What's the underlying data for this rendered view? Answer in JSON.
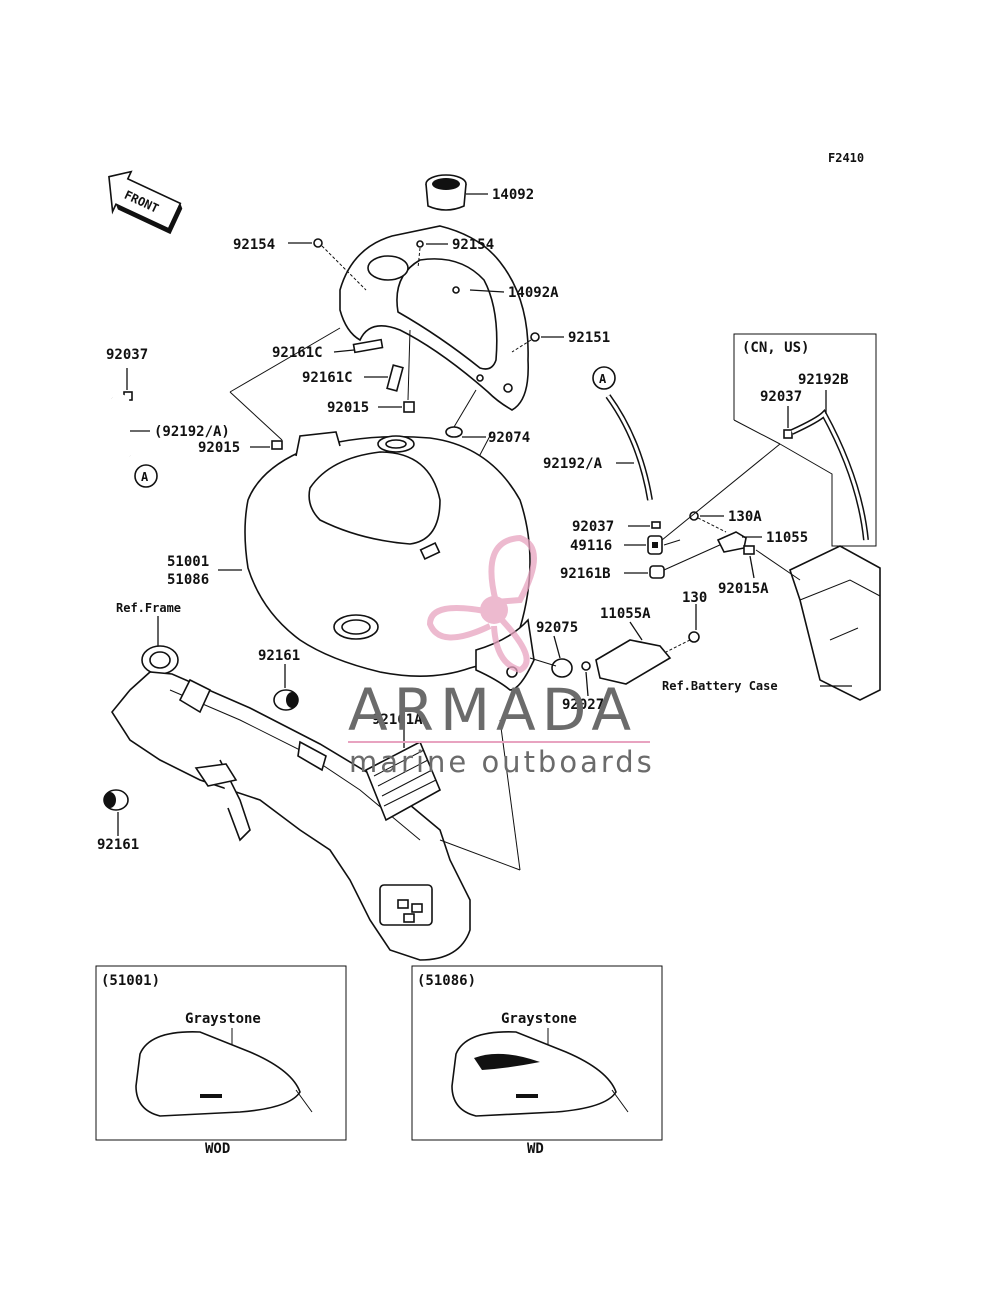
{
  "figure_code": "F2410",
  "front_arrow": "FRONT",
  "labels": {
    "p14092": "14092",
    "p14092a": "14092A",
    "p92154_left": "92154",
    "p92154_right": "92154",
    "p92151": "92151",
    "p92037_left": "92037",
    "p92192a_paren": "(92192/A)",
    "p92161c_1": "92161C",
    "p92161c_2": "92161C",
    "p92015_upper": "92015",
    "p92015_left": "92015",
    "p92074": "92074",
    "p51001": "51001",
    "p51086": "51086",
    "ref_frame": "Ref.Frame",
    "p92161_upper": "92161",
    "p92161_lower": "92161",
    "p92161a": "92161A",
    "p92075": "92075",
    "p92027": "92027",
    "p11055a": "11055A",
    "p130": "130",
    "ref_battery": "Ref.Battery Case",
    "p92192_a": "92192/A",
    "p92037_mid": "92037",
    "p49116": "49116",
    "p92161b": "92161B",
    "p130a": "130A",
    "p11055": "11055",
    "p92015a": "92015A",
    "cn_us": "(CN, US)",
    "p92192b": "92192B",
    "p92037_right": "92037",
    "marker_a_top": "A",
    "marker_a_left": "A"
  },
  "insets": [
    {
      "code": "(51001)",
      "color_name": "Graystone",
      "caption": "WOD"
    },
    {
      "code": "(51086)",
      "color_name": "Graystone",
      "caption": "WD"
    }
  ],
  "watermark": {
    "brand": "ARMADA",
    "tagline": "marine outboards",
    "logo_color": "#e8a3c0"
  }
}
